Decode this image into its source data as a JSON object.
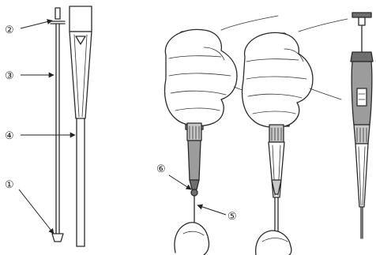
{
  "labels": {
    "l1": "①",
    "l2": "②",
    "l3": "③",
    "l4": "④",
    "l5": "⑤",
    "l6": "⑥"
  },
  "colors": {
    "ink": "#2a2a2a",
    "body_gray": "#9c9c9c",
    "light_gray": "#c8c8c8",
    "dark_gray": "#6e6e6e"
  }
}
